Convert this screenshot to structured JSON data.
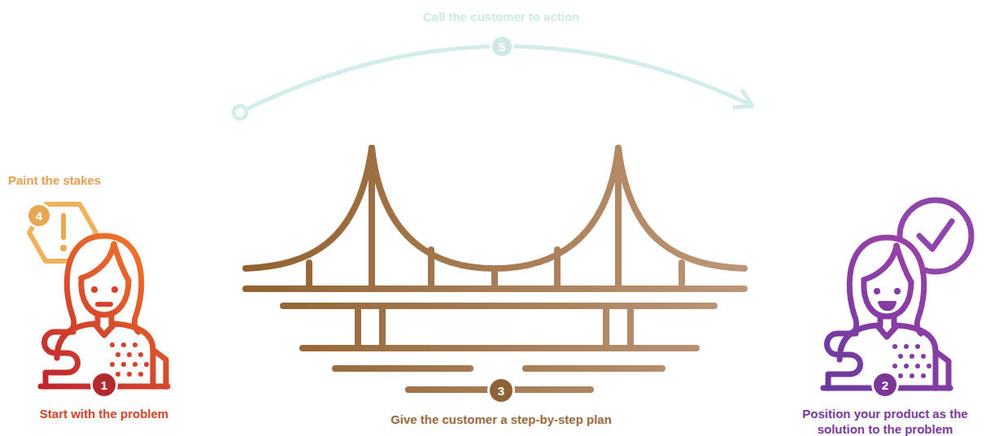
{
  "diagram": {
    "nodes": [
      {
        "text": [
          "Paint the stakes",
          "4"
        ]
      },
      {
        "text": [
          "1",
          "Start with the problem"
        ]
      },
      {
        "text": [
          "3",
          "Give the customer a step-by-step plan"
        ]
      },
      {
        "text": [
          "2",
          "Position your product as the solution to the problem"
        ]
      }
    ],
    "labels": [
      "Call the customer to action",
      "5"
    ]
  }
}
